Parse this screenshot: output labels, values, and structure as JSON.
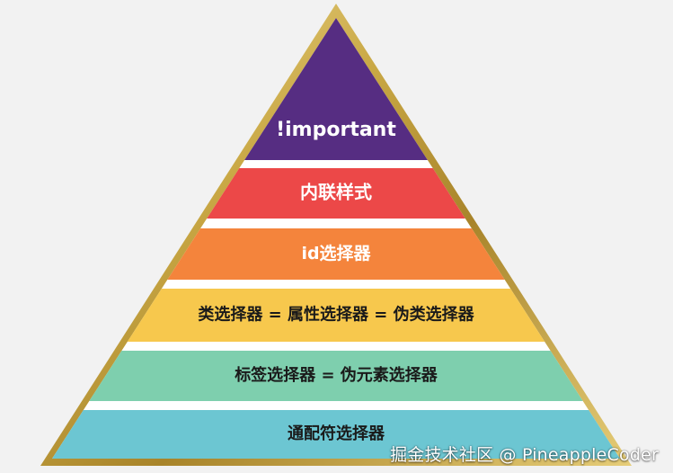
{
  "title": "",
  "levels": [
    {
      "label": "!important",
      "color": "#562d82",
      "text_color": "#ffffff"
    },
    {
      "label": "内联样式",
      "color": "#ec4848",
      "text_color": "#ffffff"
    },
    {
      "label": "id选择器",
      "color": "#f4843c",
      "text_color": "#ffffff"
    },
    {
      "label": "类选择器 = 属性选择器 = 伪类选择器",
      "color": "#f7c84d",
      "text_color": "#1a1a1a"
    },
    {
      "label": "标签选择器 = 伪元素选择器",
      "color": "#7ecfae",
      "text_color": "#1a1a1a"
    },
    {
      "label": "通配符选择器",
      "color": "#6cc6d2",
      "text_color": "#1a1a1a"
    }
  ],
  "frame_color": "#c9a845",
  "background_color": "#f2f2f2",
  "watermark": "掘金技术社区 @ PineappleCoder"
}
